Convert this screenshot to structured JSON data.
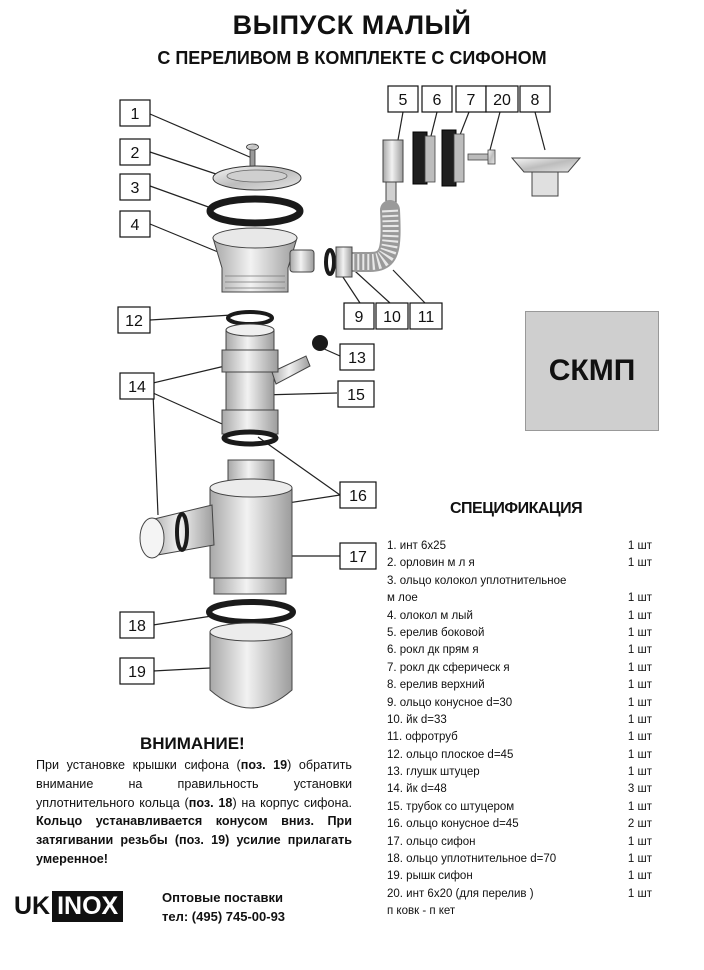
{
  "header": {
    "title": "ВЫПУСК МАЛЫЙ",
    "subtitle": "С ПЕРЕЛИВОМ В КОМПЛЕКТЕ С СИФОНОМ"
  },
  "code_box": "СКМП",
  "callouts": [
    "1",
    "2",
    "3",
    "4",
    "5",
    "6",
    "7",
    "20",
    "8",
    "9",
    "10",
    "11",
    "12",
    "13",
    "14",
    "15",
    "16",
    "17",
    "18",
    "19"
  ],
  "spec": {
    "title": "СПЕЦИФИКАЦИЯ",
    "rows": [
      {
        "name": "1.   инт   6х25",
        "qty": "1 шт"
      },
      {
        "name": "2.  орловин   м  л  я",
        "qty": "1 шт"
      },
      {
        "name": "3.  ольцо колокол  уплотнительное",
        "qty": ""
      },
      {
        "name": "м  лое",
        "qty": "1 шт"
      },
      {
        "name": "4.  олокол м  лый",
        "qty": "1 шт"
      },
      {
        "name": "5.   ерелив боковой",
        "qty": "1 шт"
      },
      {
        "name": "6.   рокл  дк   прям  я",
        "qty": "1 шт"
      },
      {
        "name": "7.   рокл  дк   сферическ  я",
        "qty": "1 шт"
      },
      {
        "name": "8.   ерелив верхний",
        "qty": "1 шт"
      },
      {
        "name": "9.   ольцо конусное d=30",
        "qty": "1 шт"
      },
      {
        "name": "10.    йк  d=33",
        "qty": "1 шт"
      },
      {
        "name": "11.    офротруб",
        "qty": "1 шт"
      },
      {
        "name": "12.   ольцо плоское d=45",
        "qty": "1 шт"
      },
      {
        "name": "13.     глушк   штуцер",
        "qty": "1 шт"
      },
      {
        "name": "14.     йк  d=48",
        "qty": "3 шт"
      },
      {
        "name": "15.     трубок со штуцером",
        "qty": "1 шт"
      },
      {
        "name": "16.   ольцо конусное d=45",
        "qty": "2 шт"
      },
      {
        "name": "17.   ольцо сифон",
        "qty": "1 шт"
      },
      {
        "name": "18.   ольцо уплотнительное d=70",
        "qty": "1 шт"
      },
      {
        "name": "19.    рышк   сифон",
        "qty": "1 шт"
      },
      {
        "name": "20.   инт    6х20 (для перелив  )",
        "qty": "1 шт"
      },
      {
        "name": "  п  ковк   - п  кет",
        "qty": ""
      }
    ]
  },
  "attention": {
    "title": "ВНИМАНИЕ!",
    "p1": "При установке крышки сифона (",
    "p1_b1": "поз. 19",
    "p2": ") обратить внимание на правильность установки уплотнительного кольца (",
    "p2_b": "поз. 18",
    "p3": ") на корпус сифона. ",
    "p3_b": "Кольцо устанавливается конусом вниз. При затягивании резьбы (поз. 19) усилие прилагать умеренное!"
  },
  "footer": {
    "logo_uk": "UK",
    "logo_inox": "INOX",
    "line1": "Оптовые поставки",
    "line2": "тел: (495) 745-00-93"
  },
  "colors": {
    "part_fill": "#d6d6d6",
    "part_dark": "#9a9a9a",
    "ring": "#1a1a1a",
    "code_box_bg": "#cfcfcf"
  }
}
